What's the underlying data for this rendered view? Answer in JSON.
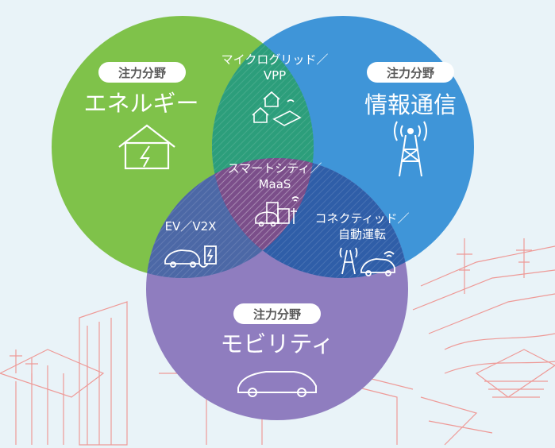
{
  "colors": {
    "background": "#e9f3f8",
    "energy": "#7fc24a",
    "ict": "#3f95d8",
    "mobility": "#8f7dbf",
    "energy_ict_overlap": "#2c9e7b",
    "energy_mobility_overlap": "#4c68a6",
    "ict_mobility_overlap": "#2f5ea8",
    "center_overlap": "#7b4e8a",
    "city_lines": "#ef8a86"
  },
  "circles": {
    "energy": {
      "badge": "注力分野",
      "title": "エネルギー",
      "icon": "house-lightning-icon"
    },
    "ict": {
      "badge": "注力分野",
      "title": "情報通信",
      "icon": "radio-tower-icon"
    },
    "mobility": {
      "badge": "注力分野",
      "title": "モビリティ",
      "icon": "car-icon"
    }
  },
  "overlaps": {
    "microgrid": {
      "line1": "マイクログリッド／",
      "line2": "VPP",
      "icon": "microgrid-icon"
    },
    "ev_v2x": {
      "line1": "EV／V2X",
      "icon": "ev-charging-icon"
    },
    "connected": {
      "line1": "コネクティッド／",
      "line2": "自動運転",
      "icon": "connected-car-icon"
    },
    "smartcity": {
      "line1": "スマートシティ／",
      "line2": "MaaS",
      "icon": "smart-city-icon"
    }
  }
}
